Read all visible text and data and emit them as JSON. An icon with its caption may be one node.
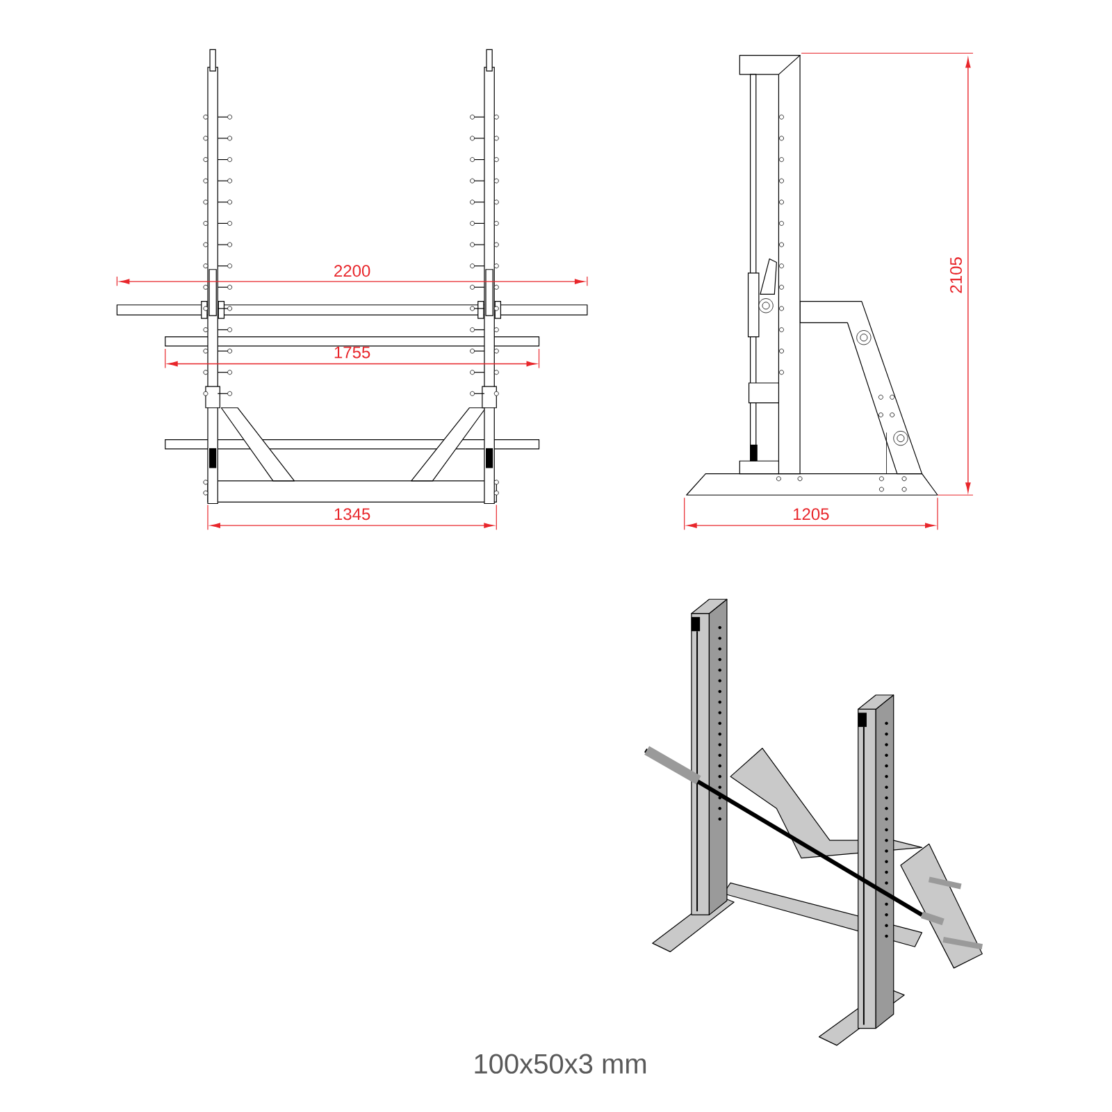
{
  "diagram": {
    "labels": [
      "2200",
      "1755",
      "1345",
      "1205",
      "2105",
      "100x50x3 mm"
    ]
  }
}
